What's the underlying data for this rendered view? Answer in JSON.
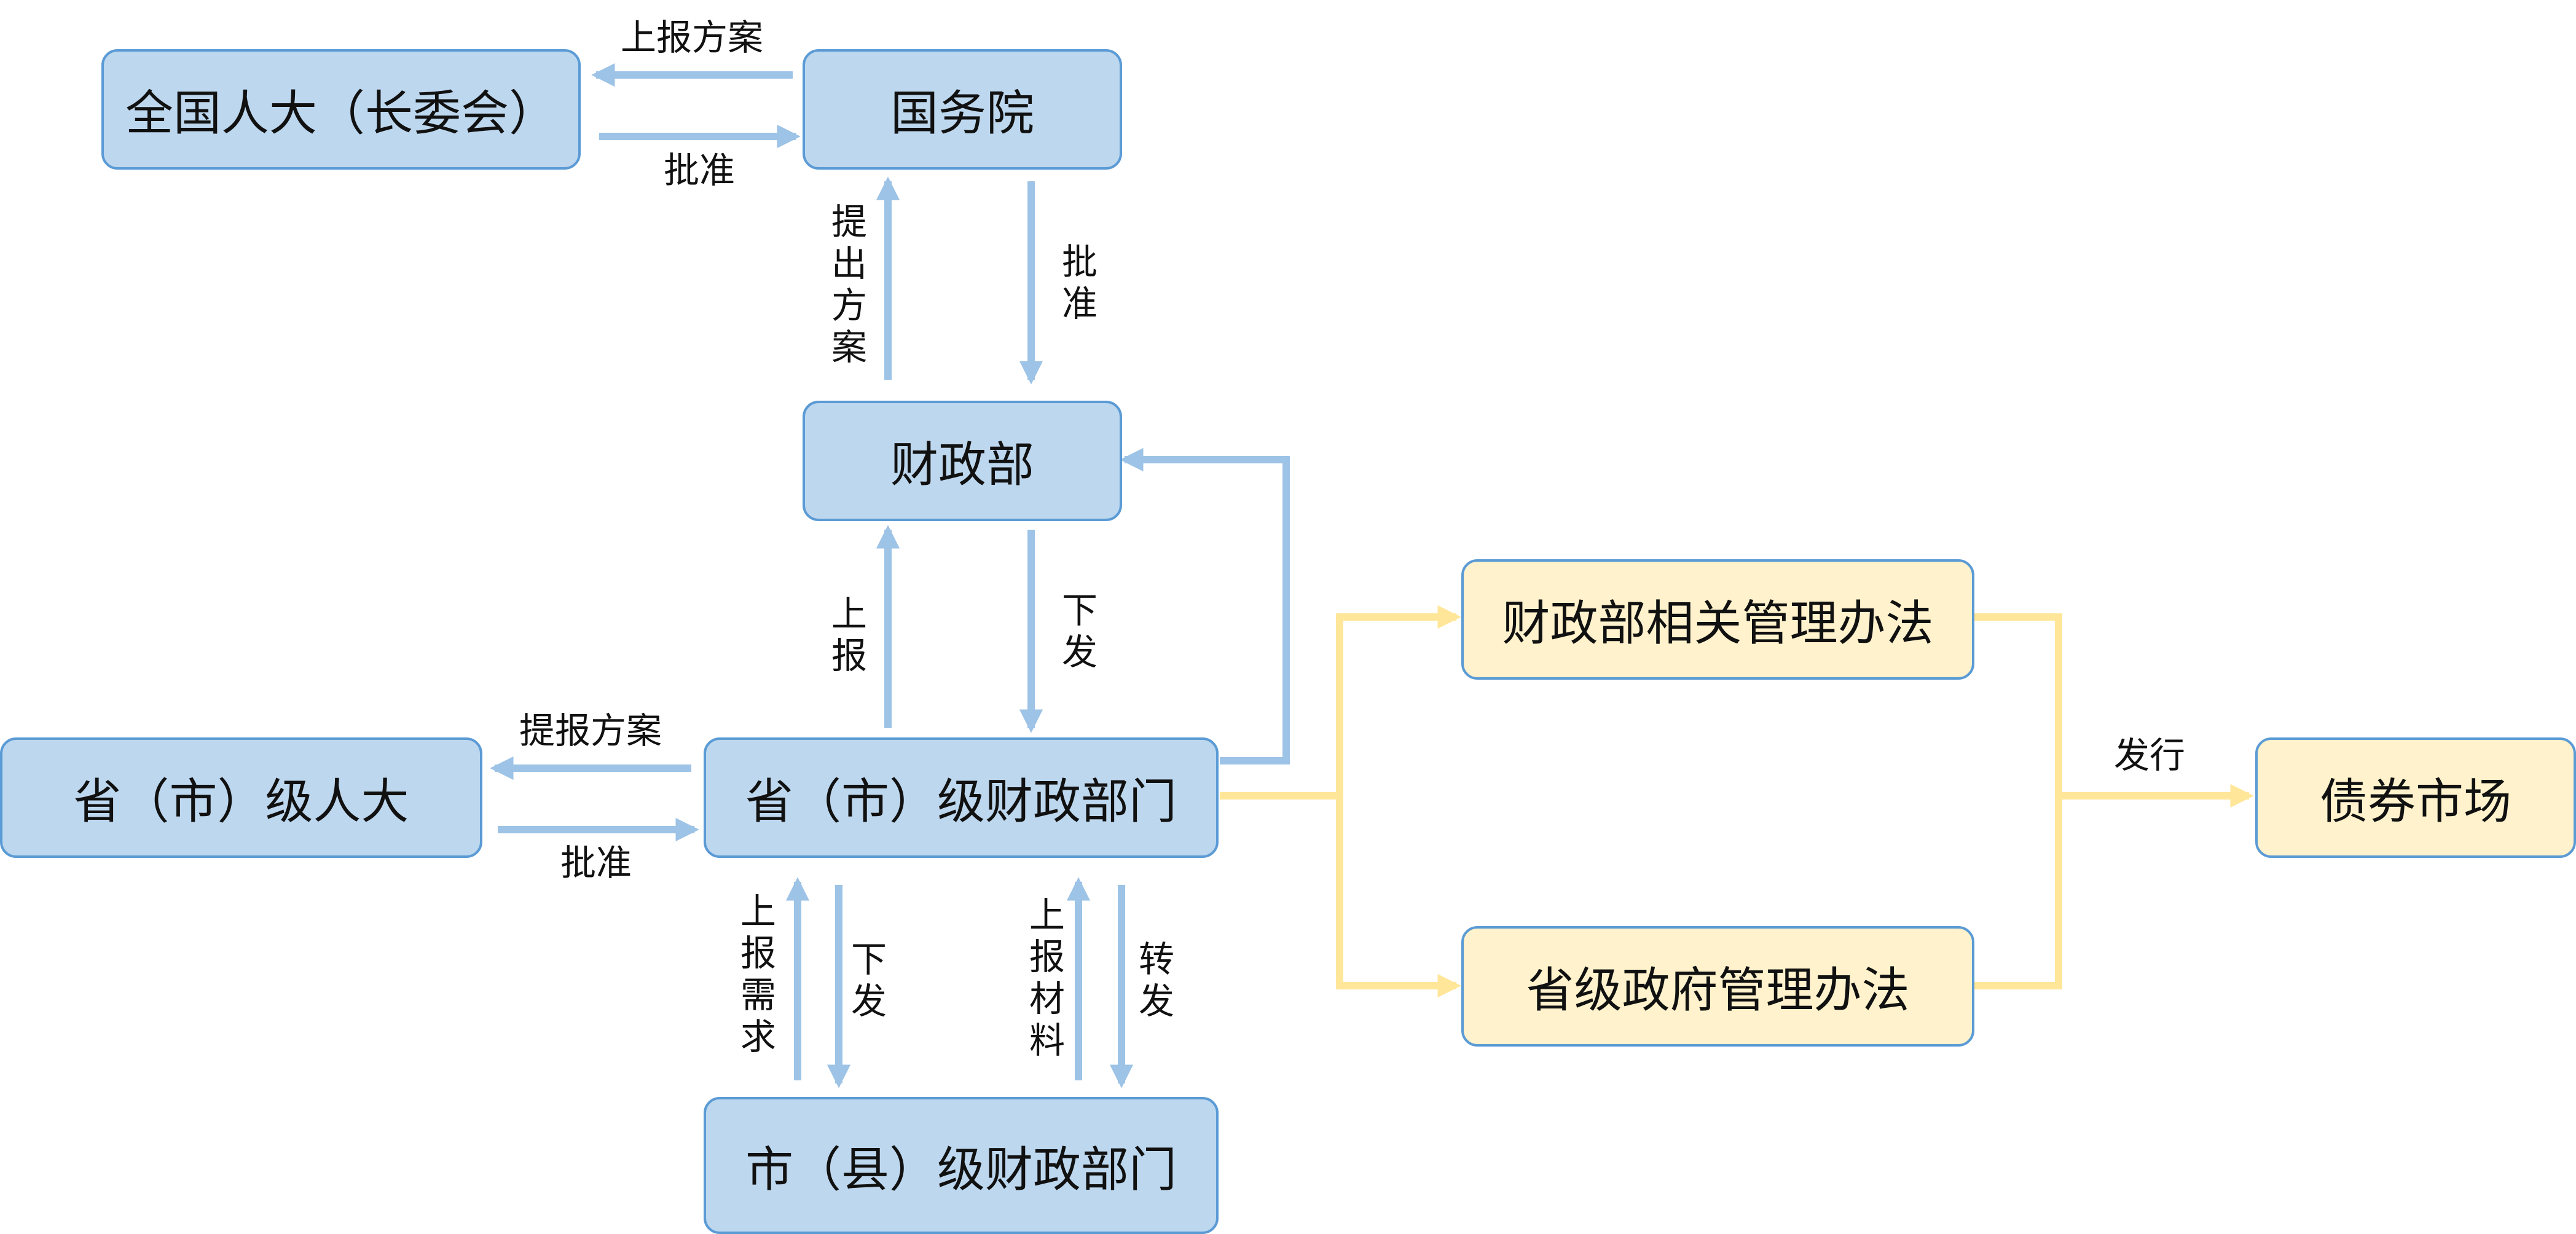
{
  "nodes": {
    "npc": "全国人大（长委会）",
    "state_council": "国务院",
    "mof": "财政部",
    "provincial_npc": "省（市）级人大",
    "provincial_finance": "省（市）级财政部门",
    "city_finance": "市（县）级财政部门",
    "mof_rules": "财政部相关管理办法",
    "provincial_rules": "省级政府管理办法",
    "bond_market": "债券市场"
  },
  "edges": {
    "sc_to_npc": "上报方案",
    "npc_to_sc": "批准",
    "mof_to_sc": "提出方案",
    "sc_to_mof": "批准",
    "prov_to_mof": "上报",
    "mof_to_prov": "下发",
    "prov_to_pnpc": "提报方案",
    "pnpc_to_prov": "批准",
    "city_to_prov_need": "上报需求",
    "prov_to_city_issue": "下发",
    "city_to_prov_material": "上报材料",
    "prov_to_city_forward": "转发",
    "rules_to_market": "发行"
  },
  "colors": {
    "box_blue_fill": "#bdd7ee",
    "box_yellow_fill": "#fff2cc",
    "box_border": "#5b9bd5",
    "arrow_blue": "#9dc3e6",
    "arrow_yellow": "#ffe699"
  }
}
